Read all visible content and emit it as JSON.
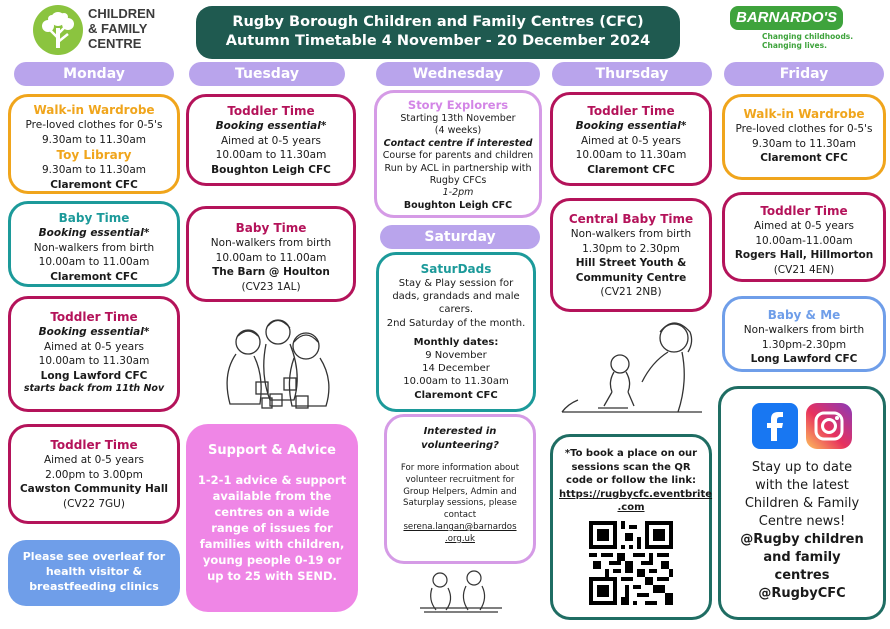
{
  "header": {
    "line1": "Rugby Borough Children and Family Centres (CFC)",
    "line2": "Autumn Timetable 4 November - 20 December 2024"
  },
  "logo_left": {
    "line1": "CHILDREN",
    "line2": "& FAMILY",
    "line3": "CENTRE"
  },
  "logo_right": {
    "name": "BARNARDO'S",
    "tag1": "Changing childhoods.",
    "tag2": "Changing lives."
  },
  "days": {
    "monday": "Monday",
    "tuesday": "Tuesday",
    "wednesday": "Wednesday",
    "thursday": "Thursday",
    "friday": "Friday",
    "saturday": "Saturday"
  },
  "monday": {
    "wardrobe": {
      "title": "Walk-in Wardrobe",
      "line1": "Pre-loved clothes for 0-5's",
      "time": "9.30am to 11.30am",
      "title2": "Toy Library",
      "time2": "9.30am to 11.30am",
      "place": "Claremont CFC"
    },
    "baby": {
      "title": "Baby Time",
      "booking": "Booking essential*",
      "line1": "Non-walkers from birth",
      "time": "10.00am to 11.00am",
      "place": "Claremont CFC"
    },
    "toddler": {
      "title": "Toddler Time",
      "booking": "Booking essential*",
      "age": "Aimed at 0-5 years",
      "time": "10.00am to 11.30am",
      "place": "Long Lawford CFC",
      "note": "starts back from 11th Nov"
    },
    "toddler2": {
      "title": "Toddler Time",
      "age": "Aimed at 0-5 years",
      "time": "2.00pm to 3.00pm",
      "place": "Cawston Community Hall",
      "postcode": "(CV22 7GU)"
    },
    "overleaf": "Please see overleaf for health visitor & breastfeeding clinics"
  },
  "tuesday": {
    "toddler": {
      "title": "Toddler Time",
      "booking": "Booking essential*",
      "age": "Aimed at 0-5 years",
      "time": "10.00am to 11.30am",
      "place": "Boughton Leigh CFC"
    },
    "baby": {
      "title": "Baby Time",
      "line1": "Non-walkers from birth",
      "time": "10.00am to 11.00am",
      "place": "The Barn @ Houlton",
      "postcode": "(CV23 1AL)"
    },
    "support": {
      "title": "Support & Advice",
      "body": "1-2-1 advice & support available from the centres on a wide range of issues for families with children, young people 0-19 or up to 25 with SEND."
    }
  },
  "wednesday": {
    "story": {
      "title": "Story Explorers",
      "line1": "Starting 13th November",
      "line2": "(4 weeks)",
      "contact": "Contact centre if interested",
      "line3": "Course for parents and children",
      "line4": "Run by ACL in partnership with",
      "line5": "Rugby CFCs",
      "time": "1-2pm",
      "place": "Boughton Leigh CFC"
    },
    "volunteer": {
      "title": "Interested in volunteering?",
      "body": "For more information about volunteer recruitment for Group Helpers, Admin and Saturplay sessions, please contact",
      "email1": "serena.langan@barnardos",
      "email2": ".org.uk"
    }
  },
  "saturday": {
    "saturdads": {
      "title": "SaturDads",
      "body": "Stay & Play session for dads, grandads and male carers.",
      "line2": "2nd Saturday of the month.",
      "monthly": "Monthly dates:",
      "date1": "9 November",
      "date2": "14 December",
      "time": "10.00am to 11.30am",
      "place": "Claremont CFC"
    }
  },
  "thursday": {
    "toddler": {
      "title": "Toddler Time",
      "booking": "Booking essential*",
      "age": "Aimed at 0-5 years",
      "time": "10.00am to 11.30am",
      "place": "Claremont CFC"
    },
    "central": {
      "title": "Central Baby Time",
      "line1": "Non-walkers from birth",
      "time": "1.30pm to 2.30pm",
      "place1": "Hill Street Youth &",
      "place2": "Community Centre",
      "postcode": "(CV21 2NB)"
    },
    "booking": {
      "line1": "*To book a place on our sessions scan the QR code or follow the link:",
      "link1": "https://rugbycfc.eventbrite",
      "link2": ".com"
    }
  },
  "friday": {
    "wardrobe": {
      "title": "Walk-in Wardrobe",
      "line1": "Pre-loved clothes for 0-5's",
      "time": "9.30am to 11.30am",
      "place": "Claremont CFC"
    },
    "toddler": {
      "title": "Toddler Time",
      "age": "Aimed at 0-5 years",
      "time": "10.00am-11.00am",
      "place": "Rogers Hall, Hillmorton",
      "postcode": "(CV21 4EN)"
    },
    "babyme": {
      "title": "Baby & Me",
      "line1": "Non-walkers from birth",
      "time": "1.30pm-2.30pm",
      "place": "Long Lawford CFC"
    },
    "social": {
      "line1": "Stay up to date",
      "line2": "with the latest",
      "line3": "Children & Family",
      "line4": "Centre news!",
      "line5": "@Rugby children",
      "line6": "and family",
      "line7": "centres",
      "line8": "@RugbyCFC"
    }
  },
  "colors": {
    "banner": "#1f5a50",
    "day_pill": "#b9a4ec",
    "orange": "#f0a51c",
    "teal": "#1c9a9a",
    "maroon": "#b4135a",
    "lilac": "#d59be6",
    "blue": "#6f9ee9",
    "support_bg": "#ef86e6",
    "overleaf_bg": "#6f9ee9",
    "barnardos_green": "#3ea33c"
  },
  "icons": {
    "facebook": "facebook-icon",
    "instagram": "instagram-icon",
    "qr": "qr-code"
  }
}
